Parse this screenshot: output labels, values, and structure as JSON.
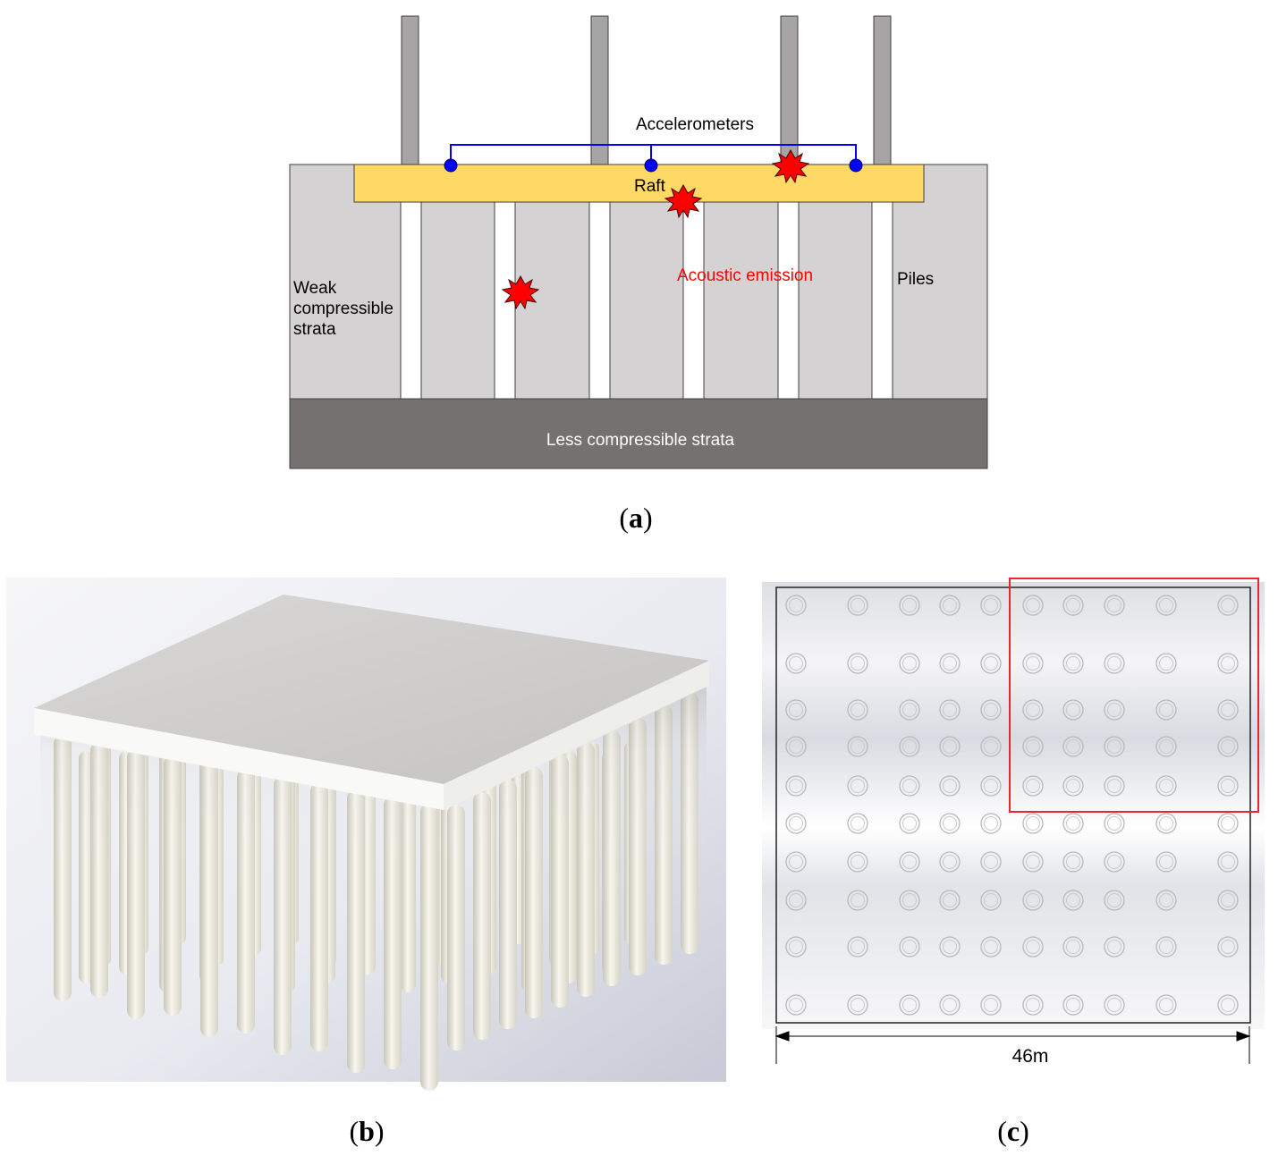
{
  "figure_a": {
    "labels": {
      "accelerometers": "Accelerometers",
      "raft": "Raft",
      "acoustic_emission": "Acoustic emission",
      "piles": "Piles",
      "weak_strata_line1": "Weak",
      "weak_strata_line2": "compressible",
      "weak_strata_line3": "strata",
      "less_compressible": "Less compressible strata"
    },
    "caption_letter": "a",
    "colors": {
      "raft": "#ffd966",
      "weak_strata": "#d4d2d3",
      "less_compressible": "#767171",
      "column": "#a6a4a4",
      "sensor": "#0000ff",
      "acoustic_emission": "#ff0000"
    }
  },
  "figure_b": {
    "caption_letter": "b"
  },
  "figure_c": {
    "dimension_label": "46m",
    "caption_letter": "c",
    "pile_grid_rows": 10,
    "pile_grid_columns": 10,
    "highlight_color": "#e8262d"
  }
}
